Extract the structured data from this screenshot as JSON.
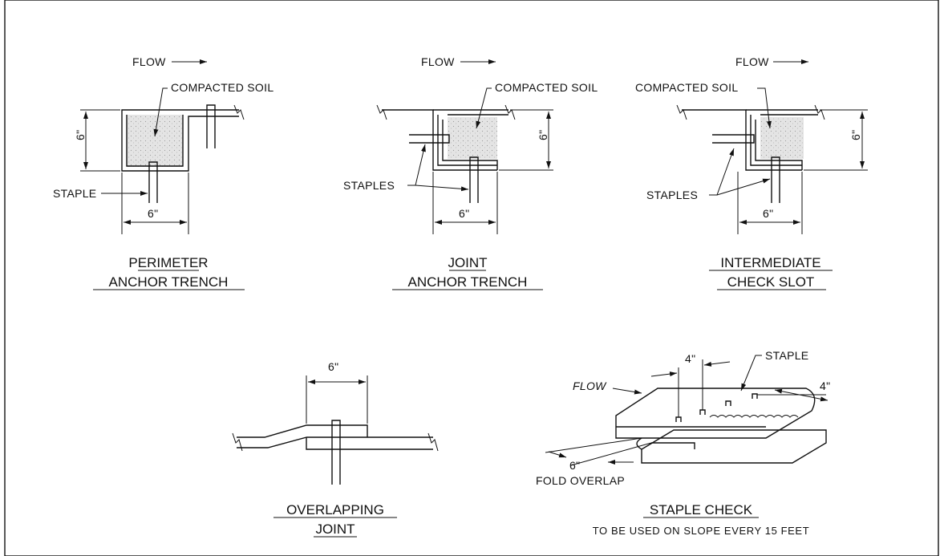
{
  "details": {
    "perimeter": {
      "flow": "FLOW",
      "soil": "COMPACTED SOIL",
      "staple": "STAPLE",
      "depth": "6\"",
      "width": "6\"",
      "title_line1": "PERIMETER",
      "title_line2": "ANCHOR TRENCH"
    },
    "joint": {
      "flow": "FLOW",
      "soil": "COMPACTED SOIL",
      "staples": "STAPLES",
      "depth": "6\"",
      "width": "6\"",
      "title_line1": "JOINT",
      "title_line2": "ANCHOR TRENCH"
    },
    "intermediate": {
      "flow": "FLOW",
      "soil": "COMPACTED SOIL",
      "staples": "STAPLES",
      "depth": "6\"",
      "width": "6\"",
      "title_line1": "INTERMEDIATE",
      "title_line2": "CHECK SLOT"
    },
    "overlap": {
      "width": "6\"",
      "title_line1": "OVERLAPPING",
      "title_line2": "JOINT"
    },
    "staple_check": {
      "flow": "FLOW",
      "staple": "STAPLE",
      "spacing_a": "4\"",
      "spacing_b": "4\"",
      "overlap_dim": "6\"",
      "fold_label": "FOLD OVERLAP",
      "title": "STAPLE CHECK",
      "note": "TO BE USED ON SLOPE EVERY 15 FEET"
    }
  }
}
